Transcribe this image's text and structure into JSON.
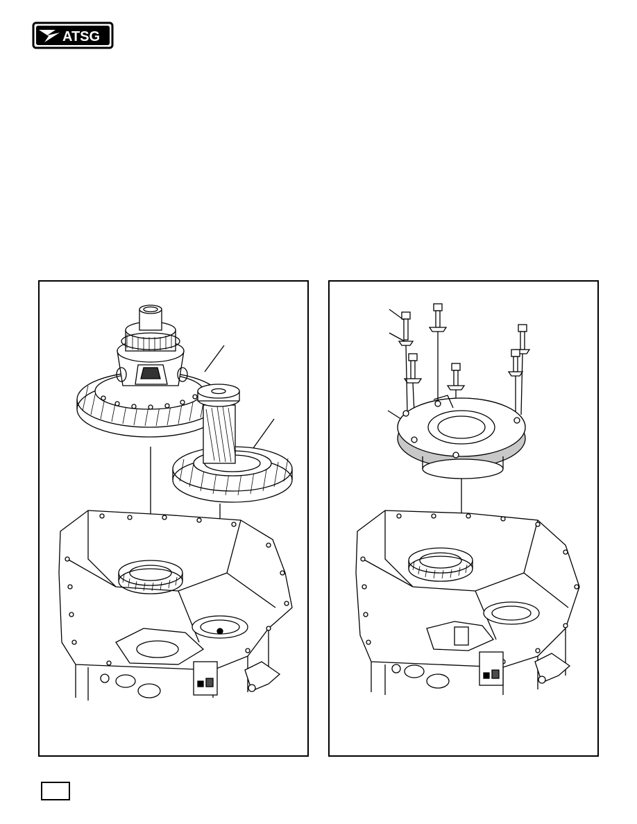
{
  "header": {
    "logo_text": "ATSG",
    "logo_icon": "atsg-bird-icon"
  },
  "figures": {
    "left": {
      "description_icon": "differential-and-transfer-gear-exploded-icon",
      "callouts": 2
    },
    "right": {
      "description_icon": "differential-cover-bolts-exploded-icon",
      "callouts": 3
    }
  },
  "footer": {
    "page_number": ""
  },
  "colors": {
    "ink": "#000000",
    "paper": "#ffffff",
    "shade": "#c8c8c8"
  }
}
